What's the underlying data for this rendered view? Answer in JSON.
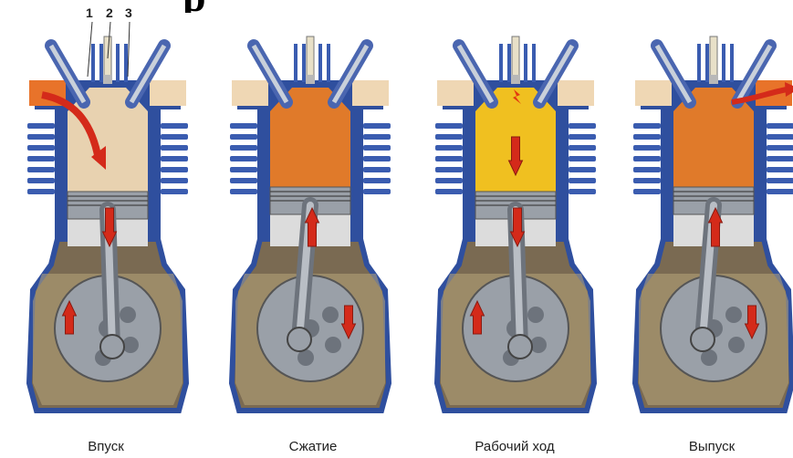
{
  "title_fragment": "р",
  "part_numbers": [
    "1",
    "2",
    "3"
  ],
  "strokes": [
    {
      "label": "Впуск",
      "chamber": "intake",
      "piston": "down",
      "crank": "up",
      "spark": false,
      "exhaust_open": false
    },
    {
      "label": "Сжатие",
      "chamber": "compressed",
      "piston": "up",
      "crank": "down",
      "spark": false,
      "exhaust_open": false
    },
    {
      "label": "Рабочий ход",
      "chamber": "power",
      "piston": "down",
      "crank": "up",
      "spark": true,
      "exhaust_open": false
    },
    {
      "label": "Выпуск",
      "chamber": "exhaust",
      "piston": "up",
      "crank": "down",
      "spark": false,
      "exhaust_open": true
    }
  ],
  "colors": {
    "cylinder_wall": "#2f4f9e",
    "fin": "#3a5cb0",
    "crankcase": "#7a6a52",
    "oil_pan": "#b8a57a",
    "fresh_charge": "#e8d2b0",
    "compressed_gas": "#e07a2a",
    "burning_gas": "#f0c020",
    "exhaust_gas": "#e07a2a",
    "manifold": "#e8732a",
    "arrow": "#d42a1a",
    "metal": "#9aa0a8",
    "dark_metal": "#6d737c"
  }
}
